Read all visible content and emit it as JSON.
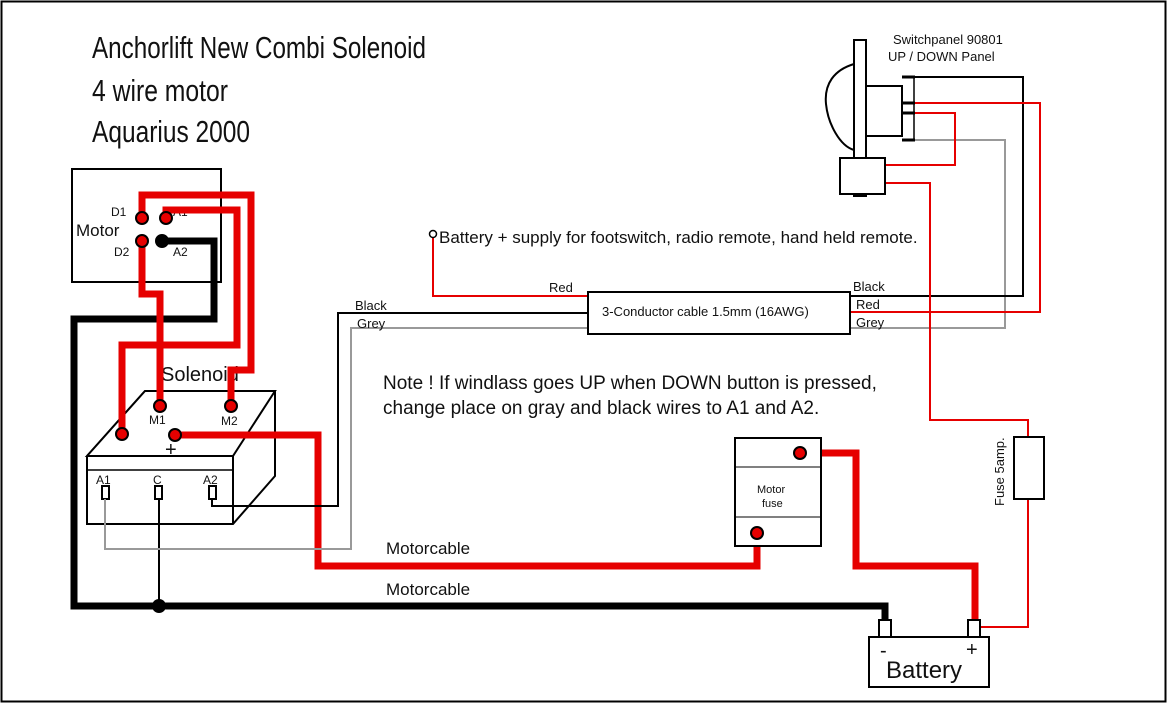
{
  "title": {
    "line1": "Anchorlift New Combi Solenoid",
    "line2": "4 wire motor",
    "line3": "Aquarius 2000"
  },
  "motor": {
    "label": "Motor",
    "terminals": {
      "d1": "D1",
      "a1": "A1",
      "d2": "D2",
      "a2": "A2"
    }
  },
  "solenoid": {
    "label": "Solenoid",
    "top_terminals": {
      "m1": "M1",
      "m2": "M2",
      "plus": "+"
    },
    "front_terminals": {
      "a1": "A1",
      "c": "C",
      "a2": "A2"
    }
  },
  "switchpanel": {
    "line1": "Switchpanel 90801",
    "line2": "UP / DOWN Panel"
  },
  "supply_note": "Battery + supply for footswitch, radio remote, hand held remote.",
  "cable": {
    "label": "3-Conductor cable 1.5mm (16AWG)",
    "left_wires": {
      "red": "Red",
      "black": "Black",
      "grey": "Grey"
    },
    "right_wires": {
      "black": "Black",
      "red": "Red",
      "grey": "Grey"
    }
  },
  "note": {
    "line1": "Note ! If windlass goes UP when DOWN button is pressed,",
    "line2": "change place on gray and black wires to A1 and A2."
  },
  "motor_fuse": {
    "line1": "Motor",
    "line2": "fuse"
  },
  "fuse_small": "Fuse 5amp.",
  "motorcable_upper": "Motorcable",
  "motorcable_lower": "Motorcable",
  "battery": {
    "label": "Battery",
    "minus": "-",
    "plus": "+"
  },
  "colors": {
    "red": "#e60000",
    "black": "#000000",
    "grey": "#999999"
  }
}
